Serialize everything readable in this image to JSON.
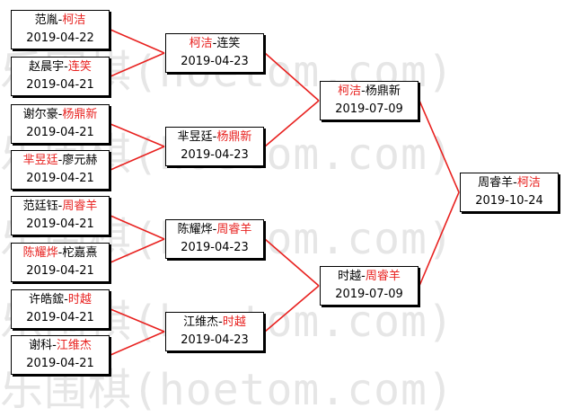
{
  "watermark": "乐围棋(hoetom.com)",
  "colors": {
    "line": "#e8211f",
    "winner": "#e8211f",
    "border": "#000000"
  },
  "matches": [
    {
      "id": "r1m1",
      "players": [
        "范胤",
        "柯洁"
      ],
      "winner": 1,
      "date": "2019-04-22"
    },
    {
      "id": "r1m2",
      "players": [
        "赵晨宇",
        "连笑"
      ],
      "winner": 1,
      "date": "2019-04-21"
    },
    {
      "id": "r1m3",
      "players": [
        "谢尔豪",
        "杨鼎新"
      ],
      "winner": 1,
      "date": "2019-04-21"
    },
    {
      "id": "r1m4",
      "players": [
        "芈昱廷",
        "廖元赫"
      ],
      "winner": 0,
      "date": "2019-04-21"
    },
    {
      "id": "r1m5",
      "players": [
        "范廷钰",
        "周睿羊"
      ],
      "winner": 1,
      "date": "2019-04-21"
    },
    {
      "id": "r1m6",
      "players": [
        "陈耀烨",
        "柁嘉熹"
      ],
      "winner": 0,
      "date": "2019-04-21"
    },
    {
      "id": "r1m7",
      "players": [
        "许皓鋐",
        "时越"
      ],
      "winner": 1,
      "date": "2019-04-21"
    },
    {
      "id": "r1m8",
      "players": [
        "谢科",
        "江维杰"
      ],
      "winner": 1,
      "date": "2019-04-21"
    },
    {
      "id": "r2m1",
      "players": [
        "柯洁",
        "连笑"
      ],
      "winner": 0,
      "date": "2019-04-23"
    },
    {
      "id": "r2m2",
      "players": [
        "芈昱廷",
        "杨鼎新"
      ],
      "winner": 1,
      "date": "2019-04-23"
    },
    {
      "id": "r2m3",
      "players": [
        "陈耀烨",
        "周睿羊"
      ],
      "winner": 1,
      "date": "2019-04-23"
    },
    {
      "id": "r2m4",
      "players": [
        "江维杰",
        "时越"
      ],
      "winner": 1,
      "date": "2019-04-23"
    },
    {
      "id": "r3m1",
      "players": [
        "柯洁",
        "杨鼎新"
      ],
      "winner": 0,
      "date": "2019-07-09"
    },
    {
      "id": "r3m2",
      "players": [
        "时越",
        "周睿羊"
      ],
      "winner": 1,
      "date": "2019-07-09"
    },
    {
      "id": "final",
      "players": [
        "周睿羊",
        "柯洁"
      ],
      "winner": 1,
      "date": "2019-10-24"
    }
  ]
}
